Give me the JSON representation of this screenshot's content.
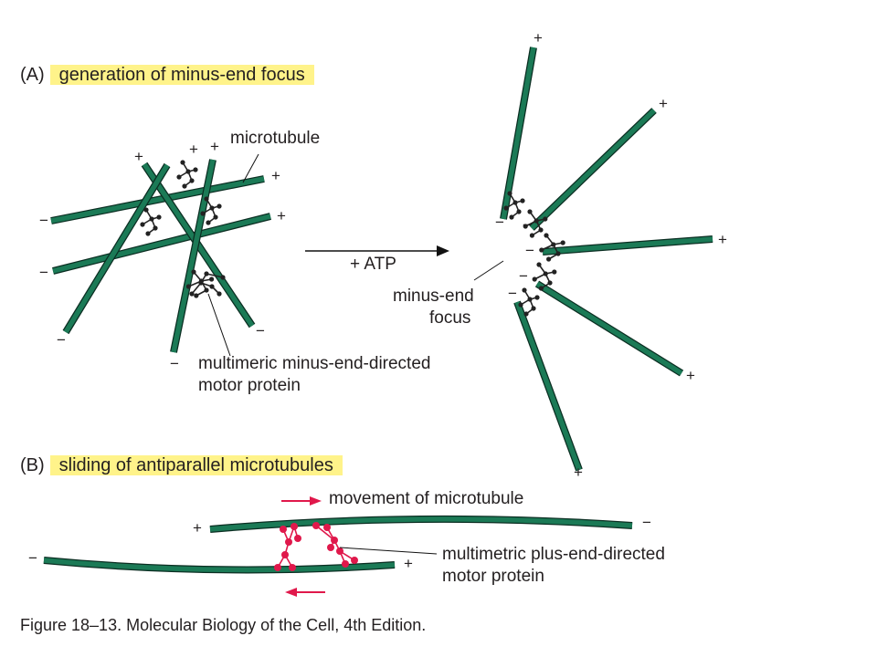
{
  "panel_a": {
    "letter": "(A)",
    "title": "generation of minus-end focus",
    "label_microtubule": "microtubule",
    "label_motor": "multimeric minus-end-directed",
    "label_motor_2": "motor protein",
    "arrow_label": "+ ATP",
    "focus_label": "minus-end",
    "focus_label_2": "focus",
    "plus_sign": "+",
    "minus_sign": "−"
  },
  "panel_b": {
    "letter": "(B)",
    "title": "sliding of antiparallel microtubules",
    "movement_label": "movement of microtubule",
    "motor_label": "multimetric plus-end-directed",
    "motor_label_2": "motor protein",
    "plus_sign": "+",
    "minus_sign": "−"
  },
  "caption": "Figure 18–13. Molecular Biology of the Cell, 4th Edition.",
  "colors": {
    "microtubule": "#1b7a56",
    "microtubule_edge": "#0b2e22",
    "motor": "#222222",
    "plus_motor": "#e0184b",
    "highlight": "#fff38a"
  }
}
